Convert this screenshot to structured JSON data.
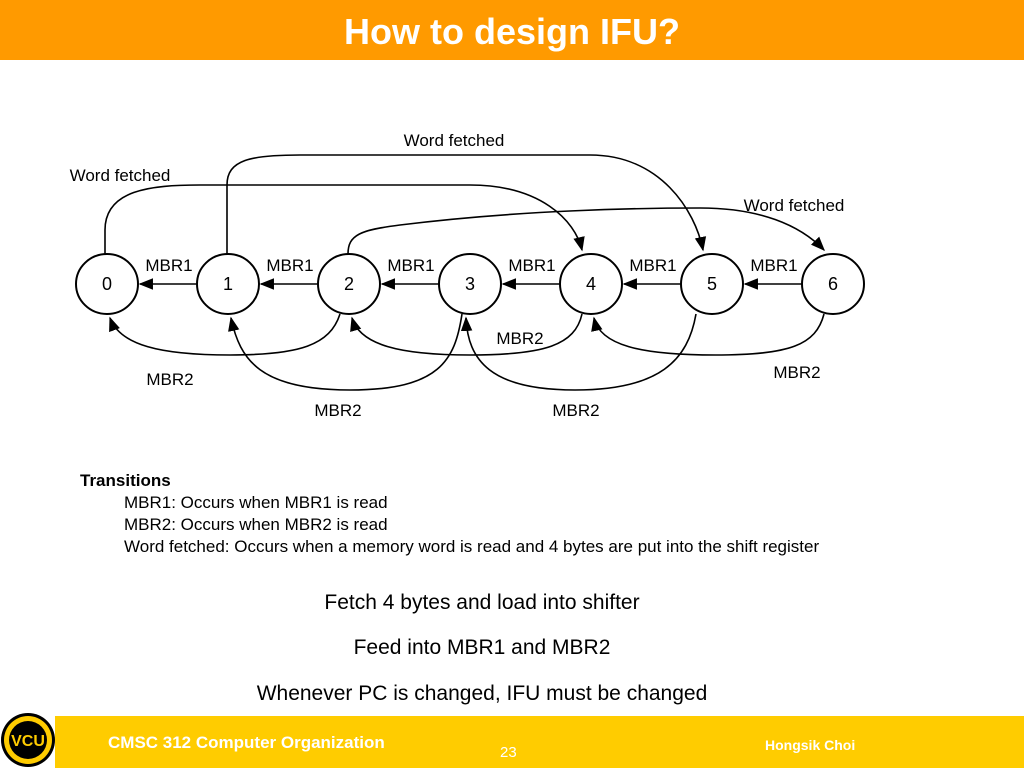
{
  "slide": {
    "title": "How to design IFU?",
    "accent_color": "#ff9a00",
    "footer_color": "#ffcc00"
  },
  "diagram": {
    "states": [
      "0",
      "1",
      "2",
      "3",
      "4",
      "5",
      "6"
    ],
    "mbr1_label": "MBR1",
    "mbr2_label": "MBR2",
    "word_fetched_label": "Word fetched"
  },
  "transitions": {
    "heading": "Transitions",
    "lines": [
      "MBR1: Occurs when MBR1 is read",
      "MBR2: Occurs when MBR2 is read",
      "Word fetched: Occurs when a memory word is read and 4 bytes are put into the shift register"
    ]
  },
  "notes": [
    "Fetch 4 bytes and load into shifter",
    "Feed into MBR1 and MBR2",
    "Whenever PC is changed, IFU must be changed"
  ],
  "footer": {
    "course": "CMSC 312 Computer Organization",
    "page": "23",
    "author": "Hongsik Choi",
    "logo_text": "VCU"
  }
}
